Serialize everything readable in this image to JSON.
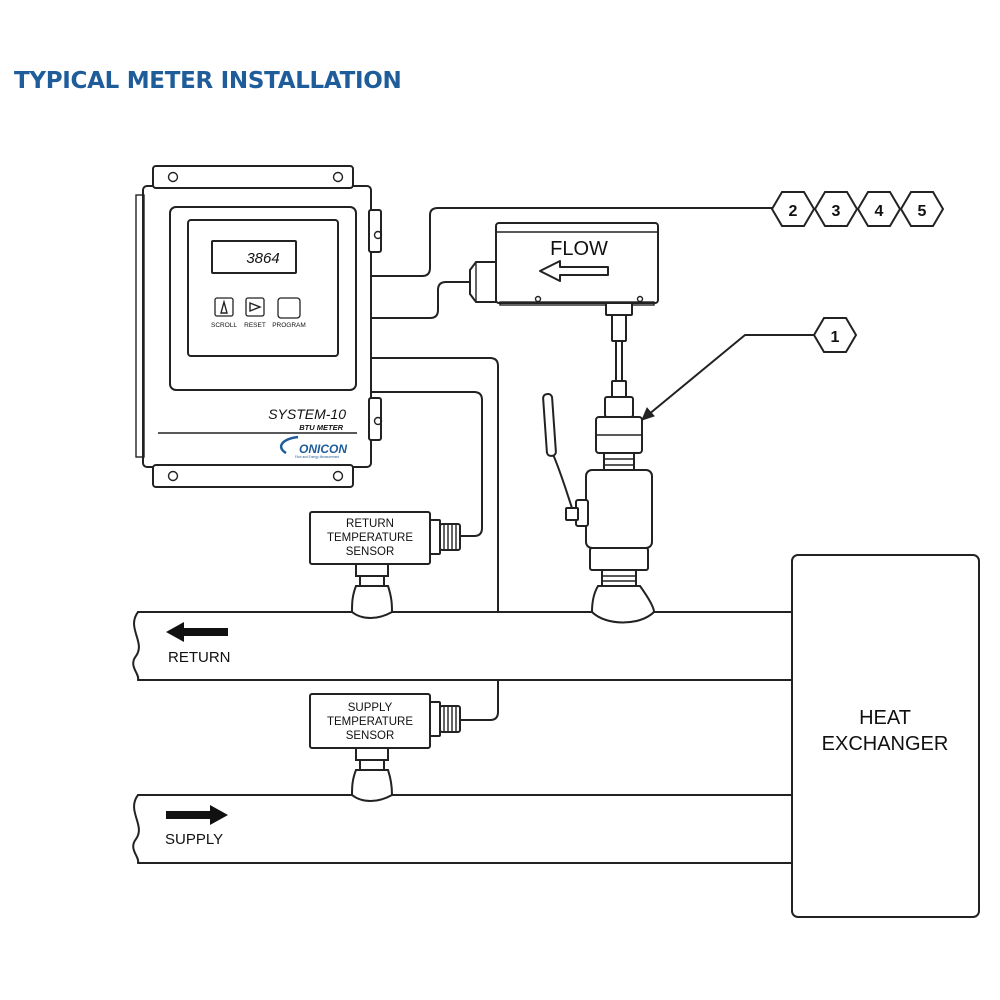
{
  "title": "TYPICAL METER INSTALLATION",
  "colors": {
    "title": "#1f5d9a",
    "line": "#222222",
    "logo": "#1f5d9a"
  },
  "meter": {
    "display_value": "3864",
    "buttons": {
      "scroll": "SCROLL",
      "reset": "RESET",
      "program": "PROGRAM"
    },
    "model": "SYSTEM-10",
    "subtitle": "BTU METER",
    "brand": "ONICON",
    "brand_tagline": "Flow and Energy Measurement"
  },
  "flow_sensor": {
    "label": "FLOW"
  },
  "callouts": {
    "c1": "1",
    "c2": "2",
    "c3": "3",
    "c4": "4",
    "c5": "5"
  },
  "return_sensor": {
    "line1": "RETURN",
    "line2": "TEMPERATURE",
    "line3": "SENSOR"
  },
  "supply_sensor": {
    "line1": "SUPPLY",
    "line2": "TEMPERATURE",
    "line3": "SENSOR"
  },
  "pipes": {
    "return_label": "RETURN",
    "supply_label": "SUPPLY"
  },
  "heat_exchanger": {
    "line1": "HEAT",
    "line2": "EXCHANGER"
  }
}
